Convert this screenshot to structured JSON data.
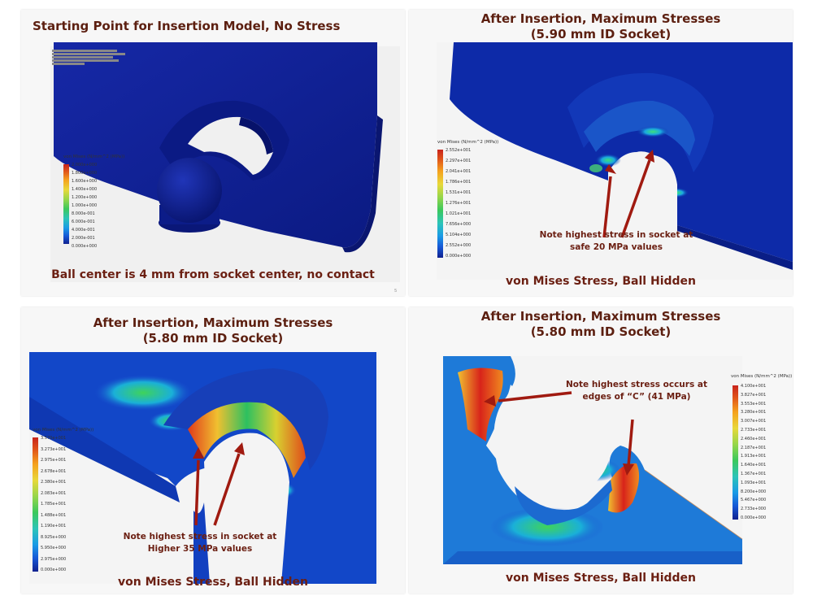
{
  "slides": [
    {
      "title_lines": [
        "Starting Point for Insertion Model, No Stress"
      ],
      "caption": "Ball center is 4 mm from socket center, no contact",
      "legend": {
        "title": "von Mises (N/mm^2 (MPa))",
        "ticks": [
          "2.000e+000",
          "1.800e+000",
          "1.600e+000",
          "1.400e+000",
          "1.200e+000",
          "1.000e+000",
          "8.000e-001",
          "6.000e-001",
          "4.000e-001",
          "2.000e-001",
          "0.000e+000"
        ]
      },
      "slide_number": "5"
    },
    {
      "title_lines": [
        "After Insertion, Maximum Stresses",
        "(5.90 mm ID Socket)"
      ],
      "note_lines": [
        "Note highest stress in socket at",
        "safe 20 MPa values"
      ],
      "caption": "von Mises Stress, Ball Hidden",
      "legend": {
        "title": "von Mises (N/mm^2 (MPa))",
        "ticks": [
          "2.552e+001",
          "2.297e+001",
          "2.041e+001",
          "1.786e+001",
          "1.531e+001",
          "1.276e+001",
          "1.021e+001",
          "7.656e+000",
          "5.104e+000",
          "2.552e+000",
          "0.000e+000"
        ]
      }
    },
    {
      "title_lines": [
        "After Insertion, Maximum Stresses",
        "(5.80 mm ID Socket)"
      ],
      "note_lines": [
        "Note highest stress in socket at",
        "Higher 35 MPa values"
      ],
      "caption": "von Mises Stress, Ball Hidden",
      "legend": {
        "title": "von Mises (N/mm^2 (MPa))",
        "ticks": [
          "3.570e+001",
          "3.273e+001",
          "2.975e+001",
          "2.678e+001",
          "2.380e+001",
          "2.083e+001",
          "1.785e+001",
          "1.488e+001",
          "1.190e+001",
          "8.925e+000",
          "5.950e+000",
          "2.975e+000",
          "0.000e+000"
        ]
      }
    },
    {
      "title_lines": [
        "After Insertion, Maximum Stresses",
        "(5.80 mm ID Socket)"
      ],
      "note_lines": [
        "Note highest stress occurs at",
        "edges of “C” (41 MPa)"
      ],
      "caption": "von Mises Stress, Ball Hidden",
      "legend": {
        "title": "von Mises (N/mm^2 (MPa))",
        "ticks": [
          "4.100e+001",
          "3.827e+001",
          "3.553e+001",
          "3.280e+001",
          "3.007e+001",
          "2.733e+001",
          "2.460e+001",
          "2.187e+001",
          "1.913e+001",
          "1.640e+001",
          "1.367e+001",
          "1.093e+001",
          "8.200e+000",
          "5.467e+000",
          "2.733e+000",
          "0.000e+000"
        ]
      }
    }
  ],
  "colors": {
    "title": "#5c1f10",
    "caption": "#6b1f12",
    "arrow": "#a01a10",
    "model_low": "#0a1c8c"
  }
}
